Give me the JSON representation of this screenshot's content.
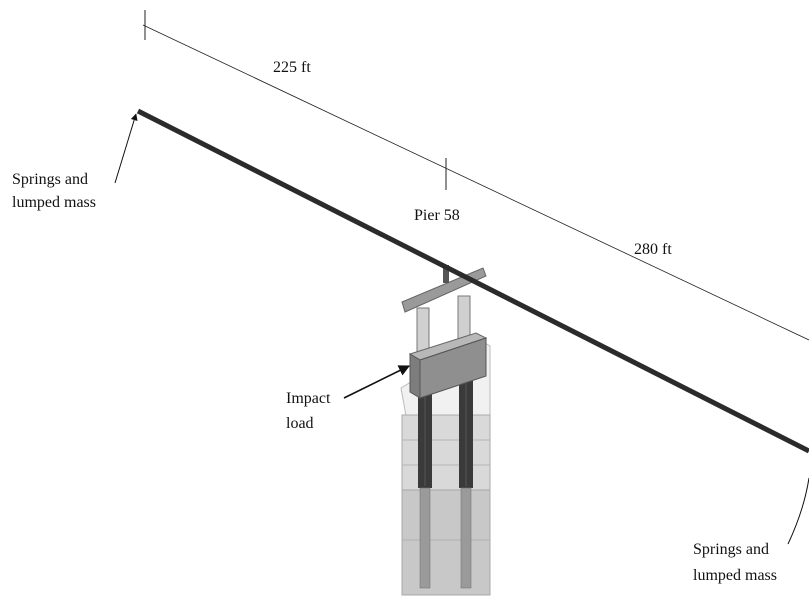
{
  "labels": {
    "span_left": "225 ft",
    "span_right": "280 ft",
    "pier": "Pier 58",
    "springs_left_line1": "Springs and",
    "springs_left_line2": "lumped mass",
    "springs_right_line1": "Springs and",
    "springs_right_line2": "lumped mass",
    "impact_line1": "Impact",
    "impact_line2": "load"
  },
  "colors": {
    "girder": "#2b2b2b",
    "pier_cap": "#8a8a8a",
    "column": "#3c3c3c",
    "water": "#e3e3e3",
    "soil": "#c9c9c9",
    "line": "#222222"
  }
}
